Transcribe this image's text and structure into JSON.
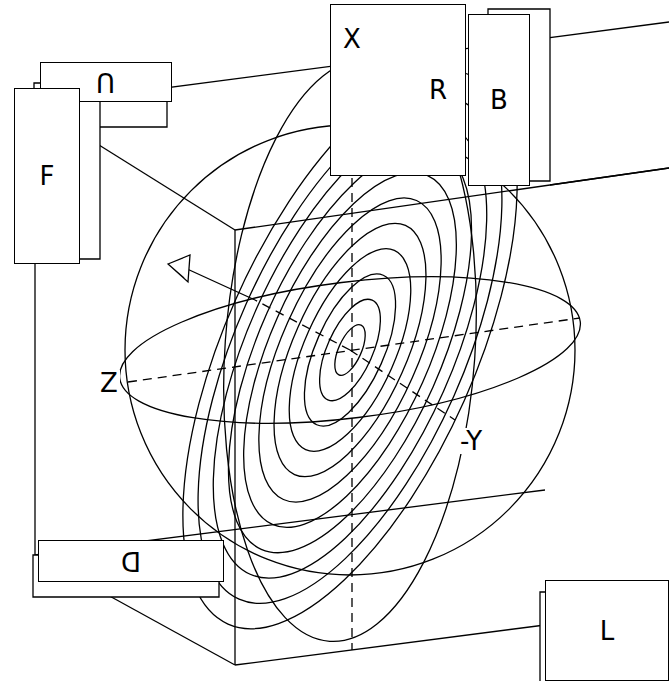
{
  "diagram": {
    "nodes": [
      {
        "text": [
          "U"
        ]
      },
      {
        "text": [
          "F"
        ]
      },
      {
        "text": [
          "R"
        ]
      },
      {
        "text": [
          "B"
        ]
      },
      {
        "text": [
          "D"
        ]
      },
      {
        "text": [
          "L"
        ]
      }
    ],
    "labels": [
      "X",
      "Z",
      "-Y"
    ]
  }
}
